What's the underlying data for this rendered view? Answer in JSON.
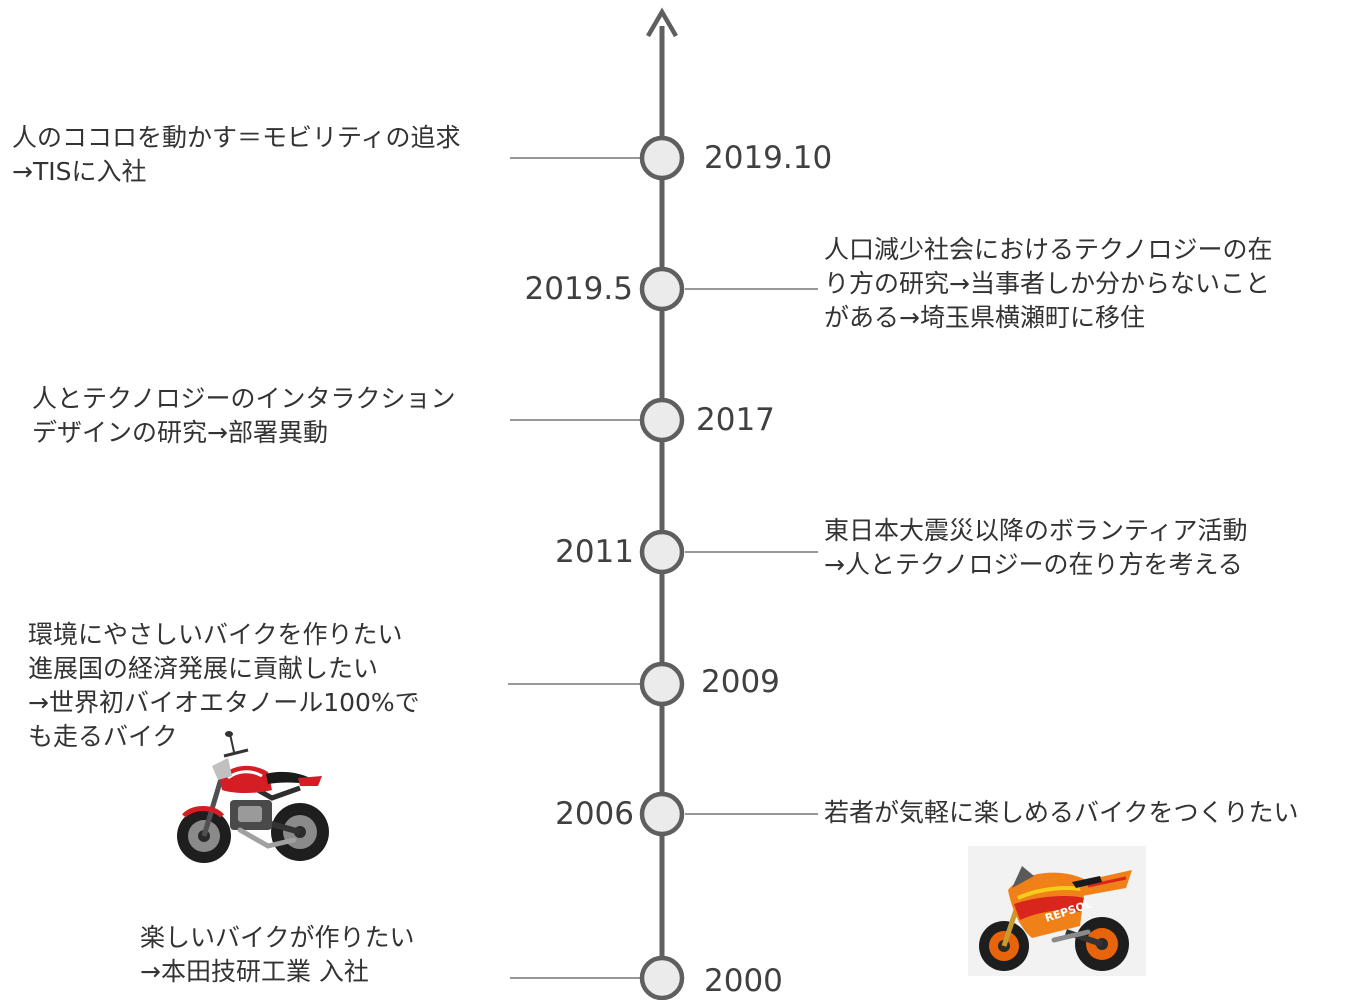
{
  "events": [
    {
      "id": "2019-10",
      "year": "2019.10",
      "lines": [
        "人のココロを動かす＝モビリティの追求",
        "→TISに入社"
      ]
    },
    {
      "id": "2019-5",
      "year": "2019.5",
      "lines": [
        "人口減少社会におけるテクノロジーの在",
        "り方の研究→当事者しか分からないこと",
        "がある→埼玉県横瀬町に移住"
      ]
    },
    {
      "id": "2017",
      "year": "2017",
      "lines": [
        "人とテクノロジーのインタラクション",
        "デザインの研究→部署異動"
      ]
    },
    {
      "id": "2011",
      "year": "2011",
      "lines": [
        "東日本大震災以降のボランティア活動",
        "→人とテクノロジーの在り方を考える"
      ]
    },
    {
      "id": "2009",
      "year": "2009",
      "lines": [
        "環境にやさしいバイクを作りたい",
        "進展国の経済発展に貢献したい",
        "→世界初バイオエタノール100%で",
        "も走るバイク"
      ]
    },
    {
      "id": "2006",
      "year": "2006",
      "lines": [
        "若者が気軽に楽しめるバイクをつくりたい"
      ]
    },
    {
      "id": "2000",
      "year": "2000",
      "lines": [
        "楽しいバイクが作りたい",
        "→本田技研工業 入社"
      ]
    }
  ],
  "images": {
    "naked_bike": "red-naked-motorcycle",
    "sport_bike": "repsol-sport-motorcycle",
    "sport_bike_livery": "REPSOL"
  },
  "colors": {
    "axis": "#5f5f5f",
    "node_fill": "#ebebeb",
    "node_stroke": "#5f5f5f",
    "connector": "#777777"
  }
}
